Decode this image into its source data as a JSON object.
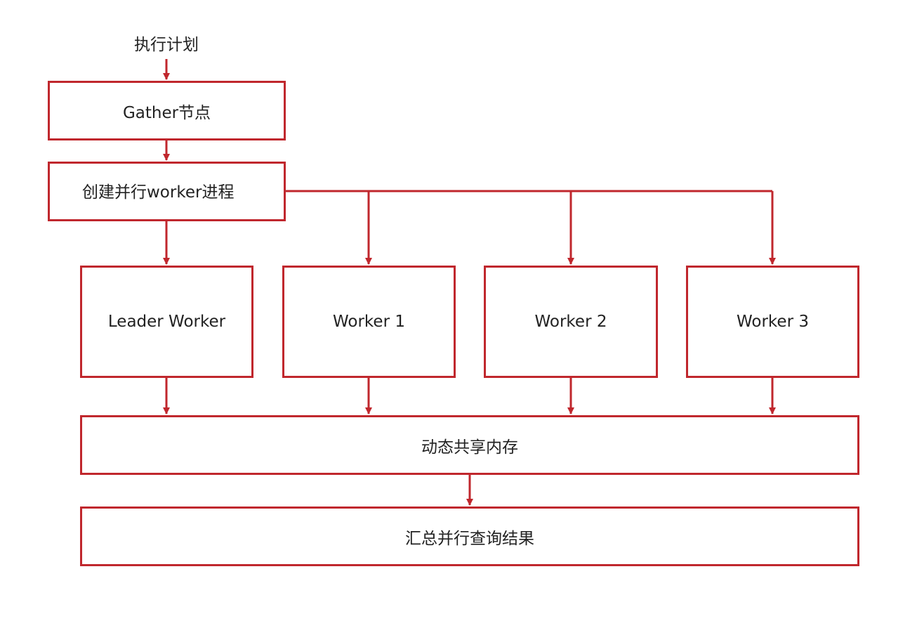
{
  "nodes": {
    "plan": "执行计划",
    "gather": "Gather节点",
    "create": "创建并行worker进程",
    "leader": "Leader Worker",
    "worker1": "Worker 1",
    "worker2": "Worker 2",
    "worker3": "Worker 3",
    "shared_memory": "动态共享内存",
    "result": "汇总并行查询结果"
  },
  "colors": {
    "border": "#c0272d",
    "arrow": "#c0272d",
    "text": "#222222"
  }
}
